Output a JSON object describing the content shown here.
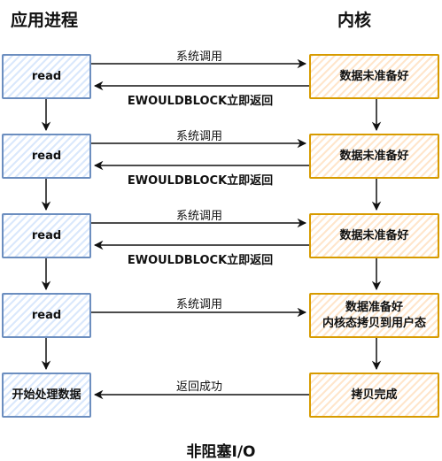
{
  "headers": {
    "process": "应用进程",
    "kernel": "内核"
  },
  "process_boxes": [
    "read",
    "read",
    "read",
    "read",
    "开始处理数据"
  ],
  "kernel_boxes": [
    "数据未准备好",
    "数据未准备好",
    "数据未准备好",
    "数据准备好\n内核态拷贝到用户态",
    "拷贝完成"
  ],
  "syscall_label": "系统调用",
  "ewouldblock_label": "EWOULDBLOCK立即返回",
  "return_success_label": "返回成功",
  "footer": "非阻塞I/O",
  "colors": {
    "process_border": "#6c8ebf",
    "process_fill": "#dae8fc",
    "kernel_border": "#d79b00",
    "kernel_fill": "#ffe6cc"
  }
}
